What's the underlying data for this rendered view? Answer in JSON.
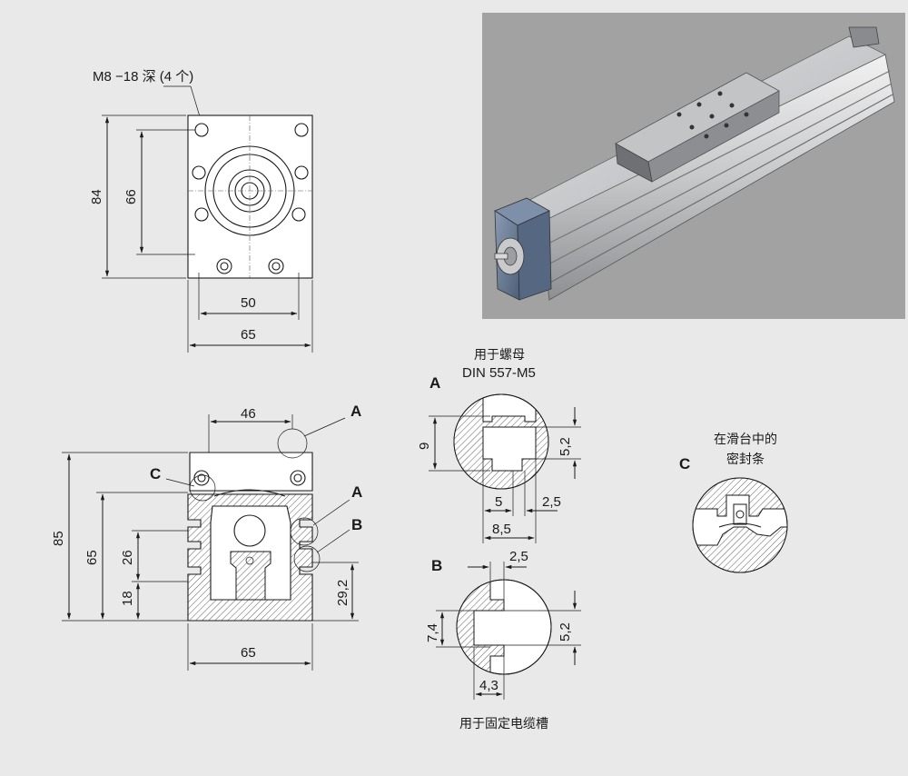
{
  "end_view": {
    "thread_note": "M8 −18 深 (4 个)",
    "dim_84": "84",
    "dim_66": "66",
    "dim_50": "50",
    "dim_65": "65"
  },
  "section_view": {
    "dim_46": "46",
    "dim_85": "85",
    "dim_65_vert": "65",
    "dim_26": "26",
    "dim_18": "18",
    "dim_29_2": "29,2",
    "dim_65_horiz": "65",
    "label_A_top": "A",
    "label_A_side": "A",
    "label_B": "B",
    "label_C": "C"
  },
  "detail_A": {
    "title_line1": "用于螺母",
    "title_line2": "DIN 557-M5",
    "label": "A",
    "dim_9": "9",
    "dim_5_2": "5,2",
    "dim_5": "5",
    "dim_2_5": "2,5",
    "dim_8_5": "8,5"
  },
  "detail_B": {
    "label": "B",
    "dim_2_5": "2,5",
    "dim_7_4": "7,4",
    "dim_5_2": "5,2",
    "dim_4_3": "4,3",
    "caption": "用于固定电缆槽"
  },
  "detail_C": {
    "label": "C",
    "title_line1": "在滑台中的",
    "title_line2": "密封条"
  },
  "photo": {
    "bg_color": "#a3a2a3"
  }
}
